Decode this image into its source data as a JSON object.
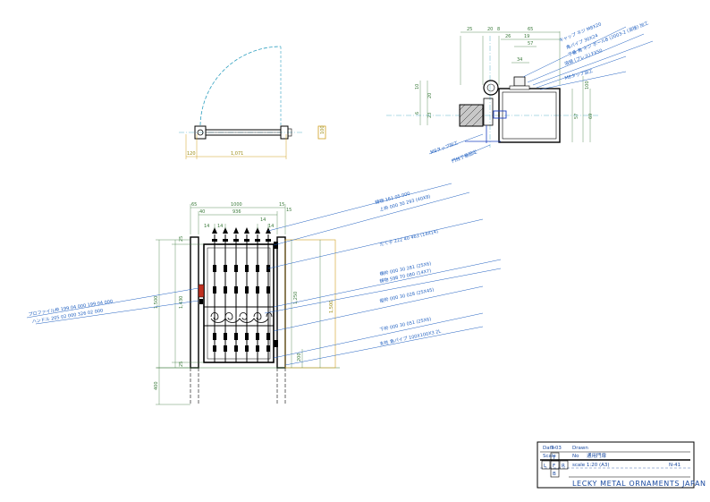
{
  "plan": {
    "dims": [
      "120",
      "1,071",
      "100"
    ]
  },
  "detail": {
    "top_dims": [
      "25",
      "20",
      "8",
      "65",
      "26",
      "19",
      "57",
      "34"
    ],
    "left_dims": [
      "10",
      "20",
      "6",
      "23"
    ],
    "right_dims": [
      "100",
      "57",
      "69"
    ],
    "labels": [
      "キャップ ネジ M8X20",
      "角パイプ 30X24",
      "丁番 角 ネジ ボールB (2003-2 (溶接) 加工",
      "溶接 (プレス) FX50",
      "M8タップ加工",
      "M8タップ加工",
      "門柱丁番固定"
    ]
  },
  "elevation": {
    "top_dims": [
      "65",
      "1000",
      "15",
      "15",
      "40",
      "936",
      "14",
      "14",
      "14",
      "14"
    ],
    "left_dims": [
      "25",
      "1,500",
      "1,430",
      "25",
      "400"
    ],
    "right_dims": [
      "1,250",
      "1,500",
      "200"
    ],
    "labels": [
      "鋳物 161 05 000",
      "上枠 000 30 293 (40X8)",
      "たて子 222 40 463 (14X14)",
      "横枠 000 30 281 (25X6)",
      "鋳物 598 70 080 (14X7)",
      "縦枠 000 30 028 (25X45)",
      "下枠 000 30 051 (25X6)",
      "支柱 角パイプ 100X100X3 2L"
    ],
    "left_labels": [
      "プロファイル枠 199 04 000 199 04 000",
      "ハンドル 205 02 000 326 02 000"
    ]
  },
  "title_block": {
    "code": "T-03",
    "small_labels": [
      "Date",
      "Scale",
      "Drawn",
      "No"
    ],
    "title": "通用門扉",
    "scale_line": "scale 1:20 (A3)",
    "no_value": "N-41",
    "grid": [
      "T",
      "L",
      "F",
      "R",
      "B"
    ],
    "brand": "LECKY METAL ORNAMENTS JAPAN"
  }
}
